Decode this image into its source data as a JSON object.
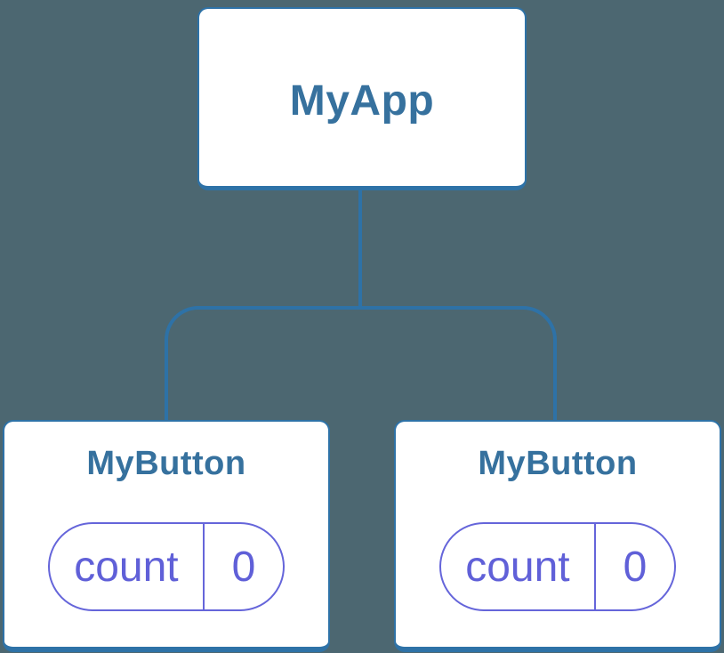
{
  "diagram": {
    "kind": "component-tree",
    "root": {
      "label": "MyApp"
    },
    "children": [
      {
        "label": "MyButton",
        "state": {
          "key": "count",
          "value": "0"
        }
      },
      {
        "label": "MyButton",
        "state": {
          "key": "count",
          "value": "0"
        }
      }
    ],
    "colors": {
      "background": "#4c6771",
      "card_background": "#ffffff",
      "connector_blue": "#2e72a7",
      "component_label_blue": "#36719e",
      "state_purple": "#6060d8",
      "state_border_purple": "#6565da"
    }
  }
}
